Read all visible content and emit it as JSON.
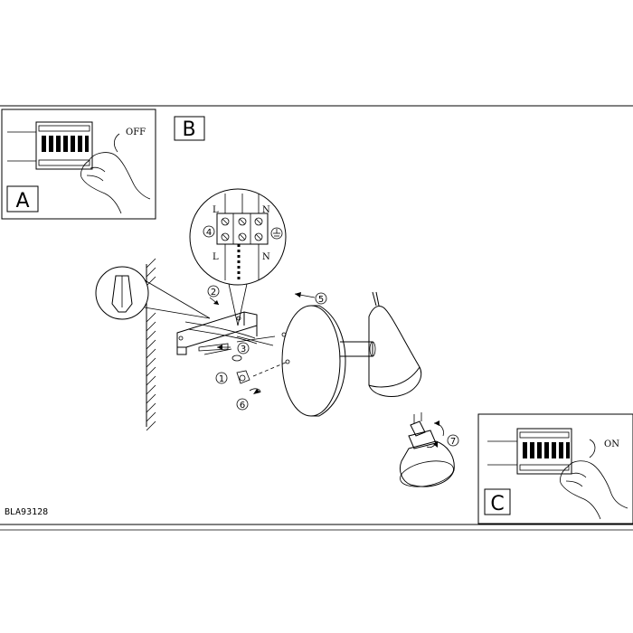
{
  "panels": {
    "a": {
      "letter": "A",
      "switch_text": "OFF"
    },
    "b": {
      "letter": "B"
    },
    "c": {
      "letter": "C",
      "switch_text": "ON"
    }
  },
  "terminal_labels_top": [
    "L",
    "",
    "N"
  ],
  "terminal_labels_bottom": [
    "L",
    "",
    "N"
  ],
  "steps": [
    "1",
    "2",
    "3",
    "4",
    "5",
    "6",
    "7"
  ],
  "product_code": "BLA93128"
}
